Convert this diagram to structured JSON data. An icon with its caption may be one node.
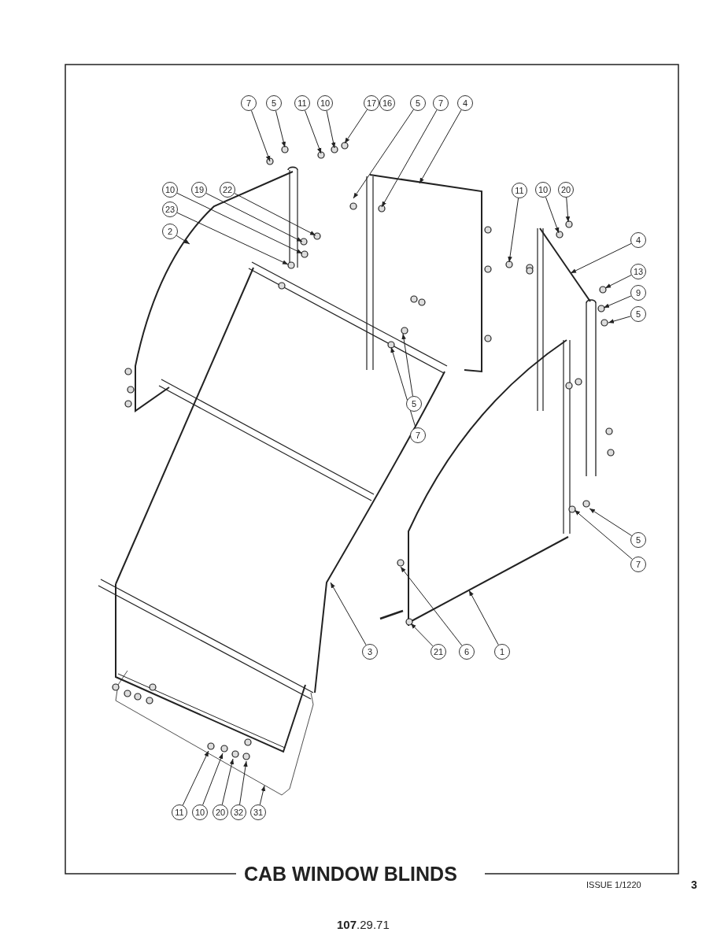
{
  "diagram": {
    "title": "CAB WINDOW BLINDS",
    "nodes": [
      {
        "text": [
          "7"
        ]
      },
      {
        "text": [
          "5"
        ]
      },
      {
        "text": [
          "11"
        ]
      },
      {
        "text": [
          "10"
        ]
      },
      {
        "text": [
          "17"
        ]
      },
      {
        "text": [
          "16"
        ]
      },
      {
        "text": [
          "5"
        ]
      },
      {
        "text": [
          "7"
        ]
      },
      {
        "text": [
          "4"
        ]
      },
      {
        "text": [
          "10"
        ]
      },
      {
        "text": [
          "19"
        ]
      },
      {
        "text": [
          "22"
        ]
      },
      {
        "text": [
          "23"
        ]
      },
      {
        "text": [
          "2"
        ]
      },
      {
        "text": [
          "11"
        ]
      },
      {
        "text": [
          "10"
        ]
      },
      {
        "text": [
          "20"
        ]
      },
      {
        "text": [
          "4"
        ]
      },
      {
        "text": [
          "13"
        ]
      },
      {
        "text": [
          "9"
        ]
      },
      {
        "text": [
          "5"
        ]
      },
      {
        "text": [
          "5"
        ]
      },
      {
        "text": [
          "7"
        ]
      },
      {
        "text": [
          "5"
        ]
      },
      {
        "text": [
          "7"
        ]
      },
      {
        "text": [
          "3"
        ]
      },
      {
        "text": [
          "21"
        ]
      },
      {
        "text": [
          "6"
        ]
      },
      {
        "text": [
          "1"
        ]
      },
      {
        "text": [
          "11"
        ]
      },
      {
        "text": [
          "10"
        ]
      },
      {
        "text": [
          "20"
        ]
      },
      {
        "text": [
          "32"
        ]
      },
      {
        "text": [
          "31"
        ]
      }
    ],
    "edges": [
      {
        "from": 0,
        "to": null,
        "arrow": "to"
      },
      {
        "from": 1,
        "to": null,
        "arrow": "to"
      },
      {
        "from": 2,
        "to": null,
        "arrow": "to"
      },
      {
        "from": 3,
        "to": null,
        "arrow": "to"
      },
      {
        "from": 4,
        "to": null,
        "arrow": "to"
      },
      {
        "from": 6,
        "to": null,
        "arrow": "to"
      },
      {
        "from": 7,
        "to": null,
        "arrow": "to"
      },
      {
        "from": 8,
        "to": null,
        "arrow": "to"
      },
      {
        "from": 9,
        "to": null,
        "arrow": "to"
      },
      {
        "from": 10,
        "to": null,
        "arrow": "to"
      },
      {
        "from": 11,
        "to": null,
        "arrow": "to"
      },
      {
        "from": 12,
        "to": null,
        "arrow": "to"
      },
      {
        "from": 13,
        "to": null,
        "arrow": "to"
      },
      {
        "from": 14,
        "to": null,
        "arrow": "to"
      },
      {
        "from": 15,
        "to": null,
        "arrow": "to"
      },
      {
        "from": 16,
        "to": null,
        "arrow": "to"
      },
      {
        "from": 17,
        "to": null,
        "arrow": "to"
      },
      {
        "from": 18,
        "to": null,
        "arrow": "to"
      },
      {
        "from": 19,
        "to": null,
        "arrow": "to"
      },
      {
        "from": 20,
        "to": null,
        "arrow": "to"
      },
      {
        "from": 21,
        "to": null,
        "arrow": "to"
      },
      {
        "from": 22,
        "to": null,
        "arrow": "to"
      },
      {
        "from": 23,
        "to": null,
        "arrow": "to"
      },
      {
        "from": 24,
        "to": null,
        "arrow": "to"
      },
      {
        "from": 25,
        "to": null,
        "arrow": "to"
      },
      {
        "from": 26,
        "to": null,
        "arrow": "to"
      },
      {
        "from": 27,
        "to": null,
        "arrow": "to"
      },
      {
        "from": 28,
        "to": null,
        "arrow": "to"
      },
      {
        "from": 29,
        "to": null,
        "arrow": "to"
      },
      {
        "from": 30,
        "to": null,
        "arrow": "to"
      },
      {
        "from": 31,
        "to": null,
        "arrow": "to"
      },
      {
        "from": 32,
        "to": null,
        "arrow": "to"
      },
      {
        "from": 33,
        "to": null,
        "arrow": "to"
      }
    ],
    "labels": [
      "ISSUE 1/1220",
      "3",
      "**107**.29.71"
    ]
  }
}
